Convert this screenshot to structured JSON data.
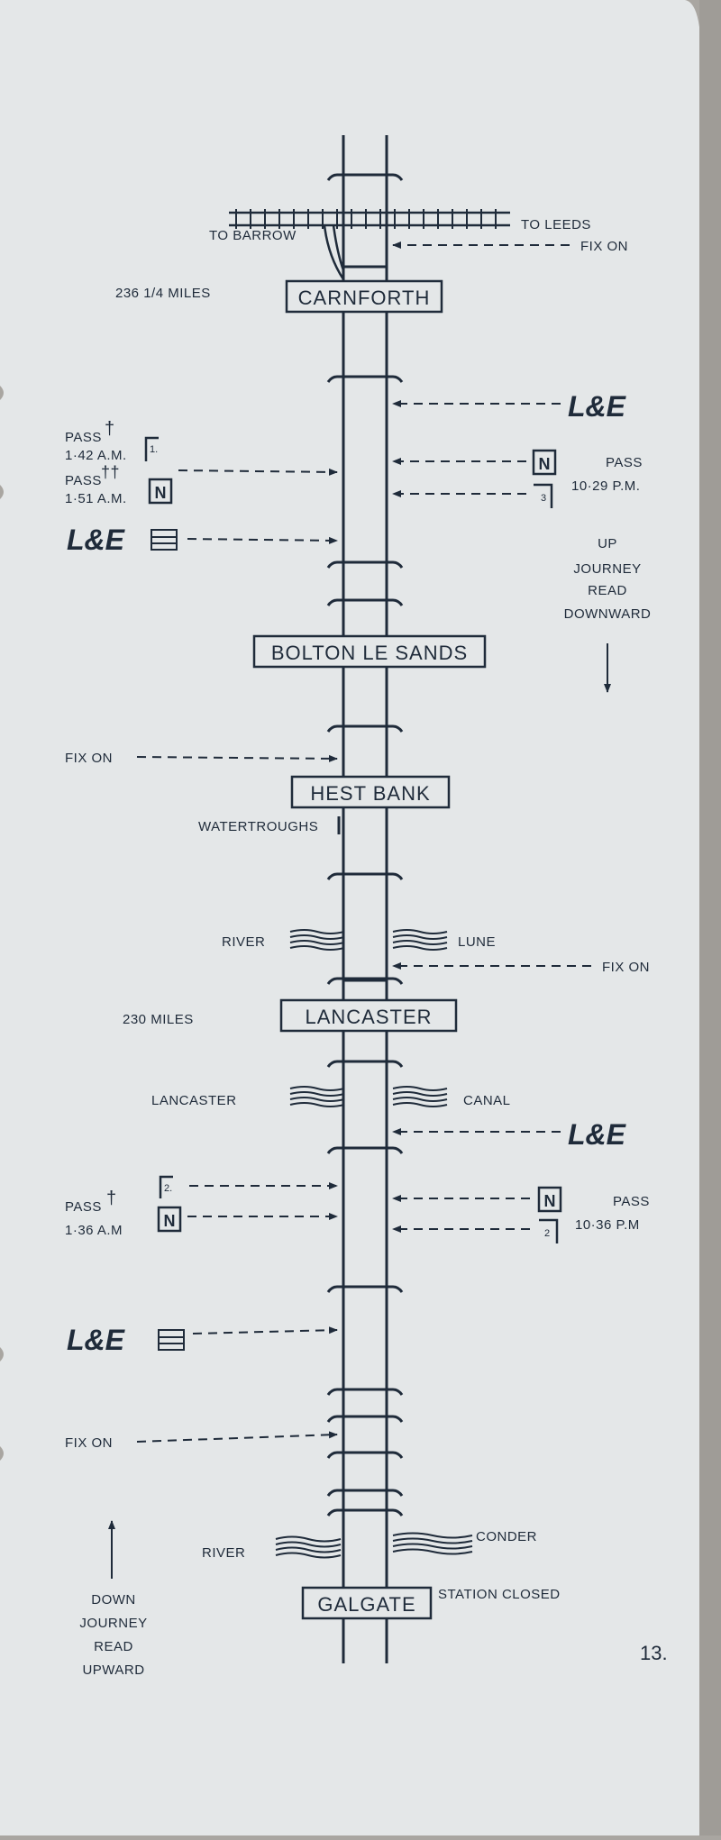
{
  "colors": {
    "paper": "#e4e7e8",
    "ink": "#1f2b3a",
    "background": "#a9a6a1"
  },
  "routes": {
    "to_leeds": "TO LEEDS",
    "to_barrow": "TO BARROW"
  },
  "mileposts": {
    "carnforth": "236 1/4 MILES",
    "lancaster": "230 MILES"
  },
  "stations": {
    "carnforth": "CARNFORTH",
    "bolton": "BOLTON LE SANDS",
    "hest_bank": "HEST BANK",
    "lancaster": "LANCASTER",
    "galgate": "GALGATE",
    "galgate_note": "STATION CLOSED"
  },
  "features": {
    "watertroughs": "WATERTROUGHS",
    "river1_left": "RIVER",
    "river1_right": "LUNE",
    "canal_left": "LANCASTER",
    "canal_right": "CANAL",
    "river2_left": "RIVER",
    "river2_right": "CONDER"
  },
  "markers": {
    "fix_on": "FIX ON",
    "lze": "L&E",
    "n": "N",
    "pass": "PASS",
    "dagger": "†",
    "double_dagger": "††",
    "time_142": "1·42 A.M.",
    "time_151": "1·51 A.M.",
    "time_1029": "10·29 P.M.",
    "time_136": "1·36 A.M",
    "time_1036": "10·36 P.M",
    "box1": "1.",
    "box2": "2.",
    "box3": "3",
    "box2r": "2"
  },
  "directions": {
    "up": [
      "UP",
      "JOURNEY",
      "READ",
      "DOWNWARD"
    ],
    "down": [
      "DOWN",
      "JOURNEY",
      "READ",
      "UPWARD"
    ]
  },
  "page_number": "13."
}
